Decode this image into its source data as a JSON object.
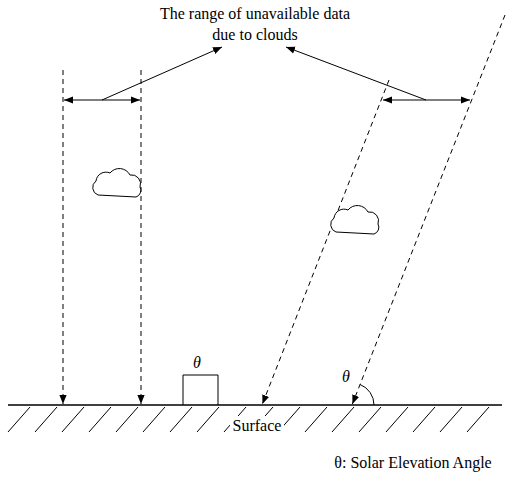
{
  "diagram": {
    "labels": [
      "The range of unavailable data due to clouds",
      "θ",
      "θ",
      "Surface",
      "θ: Solar Elevation Angle"
    ]
  }
}
